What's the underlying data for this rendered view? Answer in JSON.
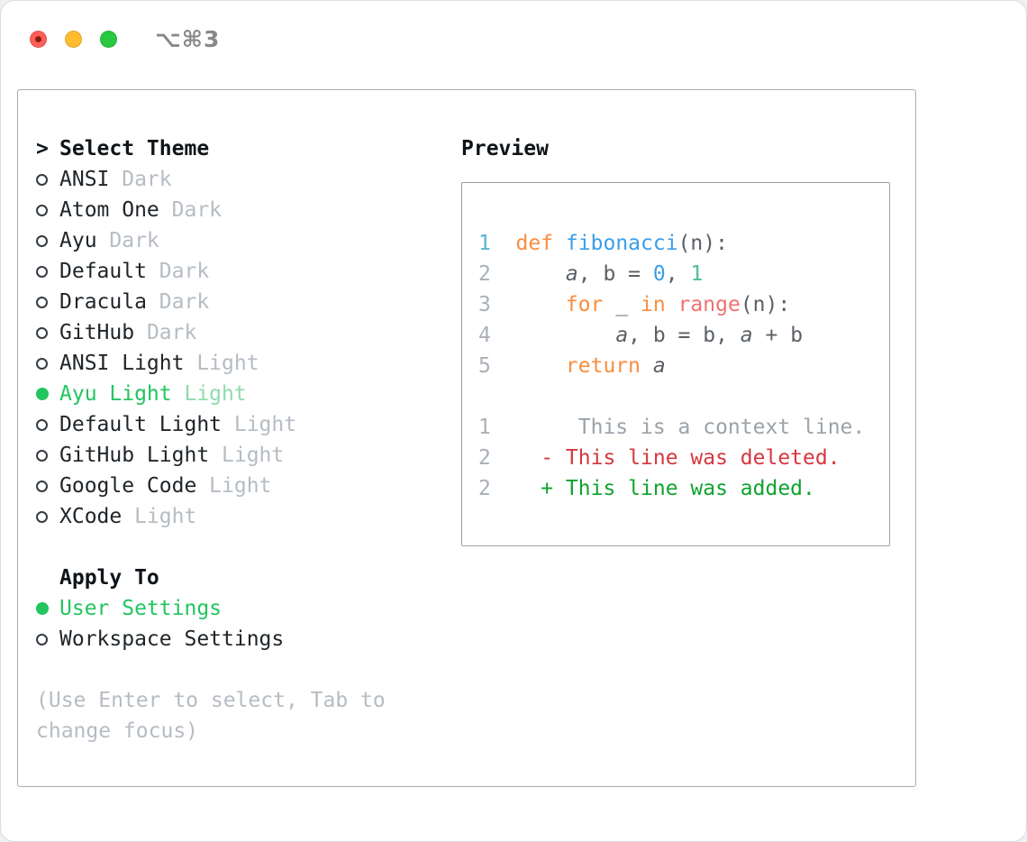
{
  "window": {
    "shortcut": "⌥⌘3",
    "controls": [
      {
        "id": "close"
      },
      {
        "id": "minimize"
      },
      {
        "id": "zoom"
      }
    ]
  },
  "theme_selector": {
    "prompt": ">",
    "title": "Select Theme",
    "items": [
      {
        "name": "ANSI",
        "tag": "Dark",
        "selected": false
      },
      {
        "name": "Atom One",
        "tag": "Dark",
        "selected": false
      },
      {
        "name": "Ayu",
        "tag": "Dark",
        "selected": false
      },
      {
        "name": "Default",
        "tag": "Dark",
        "selected": false
      },
      {
        "name": "Dracula",
        "tag": "Dark",
        "selected": false
      },
      {
        "name": "GitHub",
        "tag": "Dark",
        "selected": false
      },
      {
        "name": "ANSI Light",
        "tag": "Light",
        "selected": false
      },
      {
        "name": "Ayu Light",
        "tag": "Light",
        "selected": true
      },
      {
        "name": "Default Light",
        "tag": "Light",
        "selected": false
      },
      {
        "name": "GitHub Light",
        "tag": "Light",
        "selected": false
      },
      {
        "name": "Google Code",
        "tag": "Light",
        "selected": false
      },
      {
        "name": "XCode",
        "tag": "Light",
        "selected": false
      }
    ]
  },
  "apply_to": {
    "title": "Apply To",
    "options": [
      {
        "label": "User Settings",
        "selected": true
      },
      {
        "label": "Workspace Settings",
        "selected": false
      }
    ]
  },
  "hint": {
    "line1": "(Use Enter to select, Tab to",
    "line2": "change focus)"
  },
  "preview": {
    "title": "Preview",
    "code_lines": [
      {
        "num": "1",
        "num_style": "lnum_active",
        "tokens": [
          {
            "text": "def",
            "style": "keyword"
          },
          {
            "text": " ",
            "style": "plain"
          },
          {
            "text": "fibonacci",
            "style": "func"
          },
          {
            "text": "(n):",
            "style": "plain"
          }
        ]
      },
      {
        "num": "2",
        "num_style": "lnum",
        "tokens": [
          {
            "text": "    ",
            "style": "plain"
          },
          {
            "text": "a",
            "style": "param"
          },
          {
            "text": ", b = ",
            "style": "plain"
          },
          {
            "text": "0",
            "style": "num0"
          },
          {
            "text": ", ",
            "style": "plain"
          },
          {
            "text": "1",
            "style": "num1"
          }
        ]
      },
      {
        "num": "3",
        "num_style": "lnum",
        "tokens": [
          {
            "text": "    ",
            "style": "plain"
          },
          {
            "text": "for",
            "style": "keyword"
          },
          {
            "text": " _ ",
            "style": "plain"
          },
          {
            "text": "in",
            "style": "keyword"
          },
          {
            "text": " ",
            "style": "plain"
          },
          {
            "text": "range",
            "style": "builtin"
          },
          {
            "text": "(n):",
            "style": "plain"
          }
        ]
      },
      {
        "num": "4",
        "num_style": "lnum",
        "tokens": [
          {
            "text": "        ",
            "style": "plain"
          },
          {
            "text": "a",
            "style": "param"
          },
          {
            "text": ", b = b, ",
            "style": "plain"
          },
          {
            "text": "a",
            "style": "param"
          },
          {
            "text": " + b",
            "style": "plain"
          }
        ]
      },
      {
        "num": "5",
        "num_style": "lnum",
        "tokens": [
          {
            "text": "    ",
            "style": "plain"
          },
          {
            "text": "return",
            "style": "keyword"
          },
          {
            "text": " ",
            "style": "plain"
          },
          {
            "text": "a",
            "style": "param"
          }
        ]
      }
    ],
    "diff_lines": [
      {
        "num": "1",
        "text": "     This is a context line.",
        "kind": "context"
      },
      {
        "num": "2",
        "text": "  - This line was deleted.",
        "kind": "deleted"
      },
      {
        "num": "2",
        "text": "  + This line was added.",
        "kind": "added"
      }
    ]
  },
  "palette": {
    "traffic_red": "#ff5f57",
    "traffic_yellow": "#febc2e",
    "traffic_green": "#28c840",
    "keyword": "#fa8d3e",
    "func": "#3b9ee6",
    "builtin": "#f07171",
    "num0": "#399ee6",
    "num1": "#4cbf99",
    "param": "#5a6066",
    "plain": "#5a6066",
    "lnum": "#a9b0b7",
    "lnum_active": "#55b4d4",
    "context": "#9ba2a9",
    "deleted": "#d5383e",
    "added": "#0fa32e",
    "selected_green": "#22c55e",
    "selected_tag_green": "#8edcab",
    "item_text": "#1f2428",
    "tag_gray": "#b6bcc3",
    "hint_gray": "#b6bcc3"
  }
}
